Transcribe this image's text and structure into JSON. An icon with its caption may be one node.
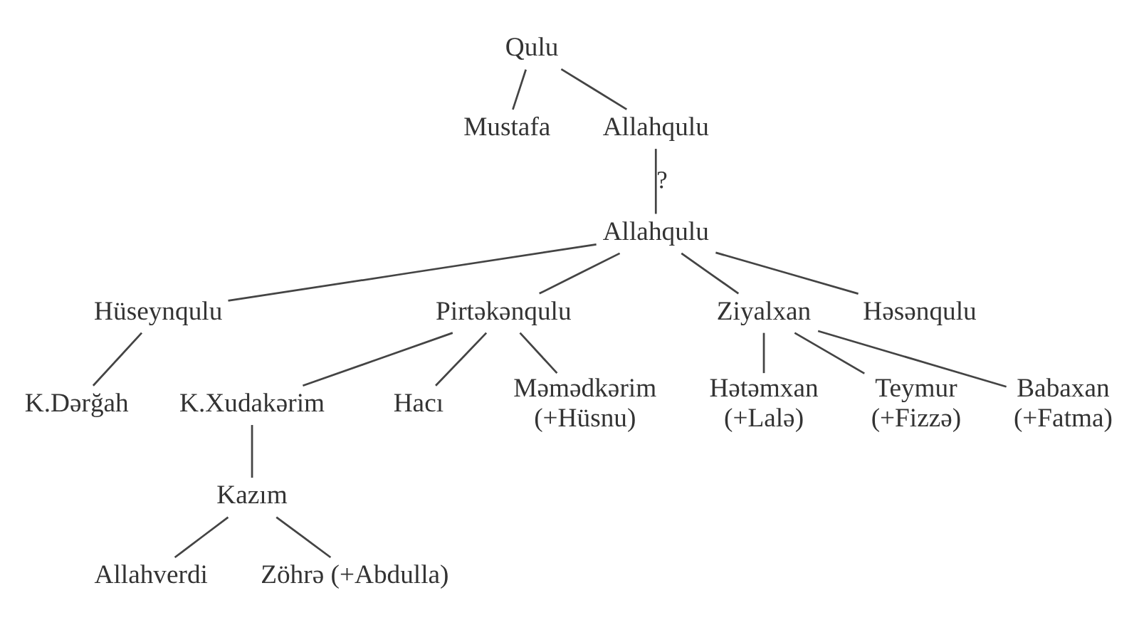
{
  "diagram": {
    "nodes": [
      {
        "text": [
          "Qulu"
        ]
      },
      {
        "text": [
          "Mustafa"
        ]
      },
      {
        "text": [
          "Allahqulu"
        ]
      },
      {
        "text": [
          "Allahqulu"
        ]
      },
      {
        "text": [
          "Hüseynqulu"
        ]
      },
      {
        "text": [
          "Pirtəkənqulu"
        ]
      },
      {
        "text": [
          "Ziyalxan"
        ]
      },
      {
        "text": [
          "Həsənqulu"
        ]
      },
      {
        "text": [
          "K.Dərğah"
        ]
      },
      {
        "text": [
          "K.Xudakərim"
        ]
      },
      {
        "text": [
          "Hacı"
        ]
      },
      {
        "text": [
          "Məmədkərim (+Hüsnu)"
        ]
      },
      {
        "text": [
          "Hətəmxan (+Lalə)"
        ]
      },
      {
        "text": [
          "Teymur (+Fizzə)"
        ]
      },
      {
        "text": [
          "Babaxan (+Fatma)"
        ]
      },
      {
        "text": [
          "Kazım"
        ]
      },
      {
        "text": [
          "Allahverdi"
        ]
      },
      {
        "text": [
          "Zöhrə (+Abdulla)"
        ]
      }
    ],
    "edges": [
      {
        "from": 0,
        "to": 1,
        "arrow": "none"
      },
      {
        "from": 0,
        "to": 2,
        "arrow": "none"
      },
      {
        "from": 2,
        "to": 3,
        "arrow": "none",
        "label": "?"
      },
      {
        "from": 3,
        "to": 4,
        "arrow": "none"
      },
      {
        "from": 3,
        "to": 5,
        "arrow": "none"
      },
      {
        "from": 3,
        "to": 6,
        "arrow": "none"
      },
      {
        "from": 3,
        "to": 7,
        "arrow": "none"
      },
      {
        "from": 4,
        "to": 8,
        "arrow": "none"
      },
      {
        "from": 5,
        "to": 9,
        "arrow": "none"
      },
      {
        "from": 5,
        "to": 10,
        "arrow": "none"
      },
      {
        "from": 5,
        "to": 11,
        "arrow": "none"
      },
      {
        "from": 6,
        "to": 12,
        "arrow": "none"
      },
      {
        "from": 6,
        "to": 13,
        "arrow": "none"
      },
      {
        "from": 6,
        "to": 14,
        "arrow": "none"
      },
      {
        "from": 9,
        "to": 15,
        "arrow": "none"
      },
      {
        "from": 15,
        "to": 16,
        "arrow": "none"
      },
      {
        "from": 15,
        "to": 17,
        "arrow": "none"
      }
    ]
  }
}
